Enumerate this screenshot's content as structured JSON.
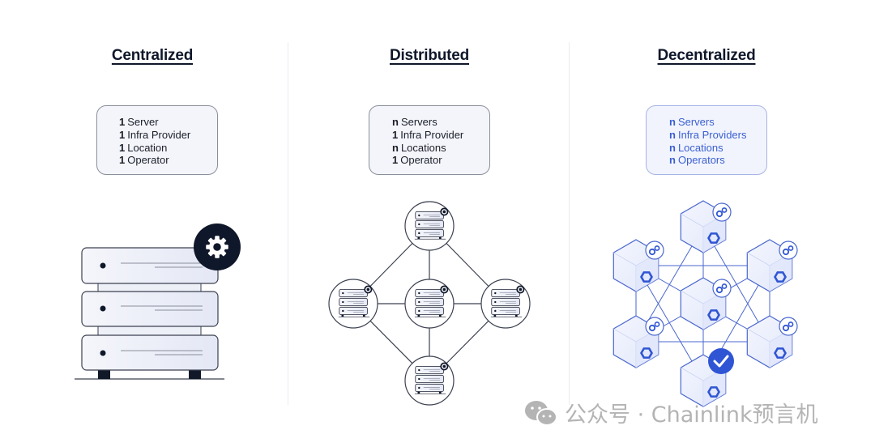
{
  "columns": [
    {
      "title": "Centralized",
      "style": "neutral",
      "properties": [
        {
          "count": "1",
          "label": "Server"
        },
        {
          "count": "1",
          "label": "Infra Provider"
        },
        {
          "count": "1",
          "label": "Location"
        },
        {
          "count": "1",
          "label": "Operator"
        }
      ],
      "illustration": "single-server-stack-with-gear"
    },
    {
      "title": "Distributed",
      "style": "neutral",
      "properties": [
        {
          "count": "n",
          "label": "Servers"
        },
        {
          "count": "1",
          "label": "Infra Provider"
        },
        {
          "count": "n",
          "label": "Locations"
        },
        {
          "count": "1",
          "label": "Operator"
        }
      ],
      "illustration": "five-server-nodes-in-diamond-network"
    },
    {
      "title": "Decentralized",
      "style": "blue",
      "properties": [
        {
          "count": "n",
          "label": "Servers"
        },
        {
          "count": "n",
          "label": "Infra Providers"
        },
        {
          "count": "n",
          "label": "Locations"
        },
        {
          "count": "n",
          "label": "Operators"
        }
      ],
      "illustration": "seven-hexagon-nodes-fully-connected-with-checkmark"
    }
  ],
  "colors": {
    "dark": "#0f172a",
    "accent_blue": "#3b5fd0",
    "server_fill": "#eceef8",
    "hex_fill": "#eef1fc"
  },
  "watermark": {
    "icon": "wechat-icon",
    "text": "公众号 · Chainlink预言机"
  }
}
